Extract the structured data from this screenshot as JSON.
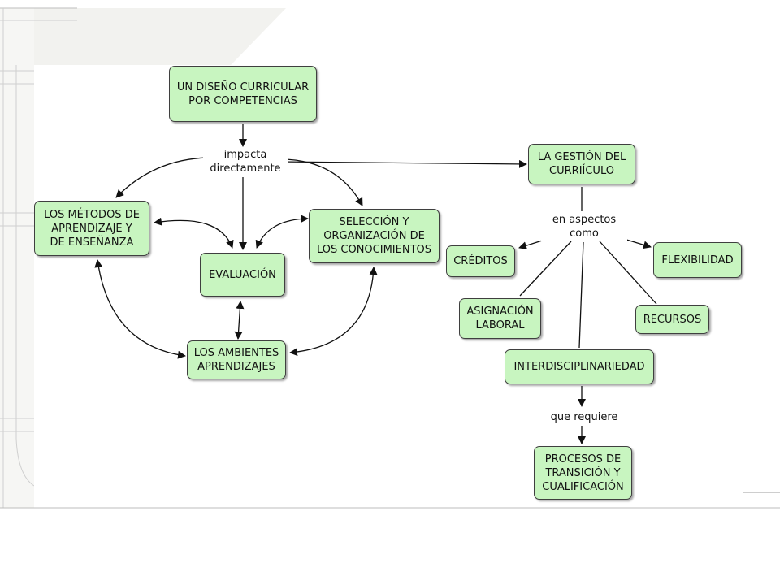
{
  "nodes": {
    "diseno": "UN DISEÑO CURRICULAR\nPOR COMPETENCIAS",
    "gestion": "LA GESTIÓN DEL\nCURRIÍCULO",
    "metodos": "LOS MÉTODOS DE\nAPRENDIZAJE Y\nDE ENSEÑANZA",
    "seleccion": "SELECCIÓN Y\nORGANIZACIÓN DE\nLOS CONOCIMIENTOS",
    "evaluacion": "EVALUACIÓN",
    "ambientes": "LOS AMBIENTES\nAPRENDIZAJES",
    "creditos": "CRÉDITOS",
    "flexibilidad": "FLEXIBILIDAD",
    "asignacion": "ASIGNACIÓN\nLABORAL",
    "recursos": "RECURSOS",
    "interdisciplinariedad": "INTERDISCIPLINARIEDAD",
    "procesos": "PROCESOS DE\nTRANSICIÓN Y\nCUALIFICACIÓN"
  },
  "links": {
    "impacta": "impacta\ndirectamente",
    "aspectos": "en aspectos\ncomo",
    "requiere": "que requiere"
  },
  "colors": {
    "node_fill": "#c8f5c0",
    "node_border": "#3f3f3f",
    "connector": "#111111"
  }
}
